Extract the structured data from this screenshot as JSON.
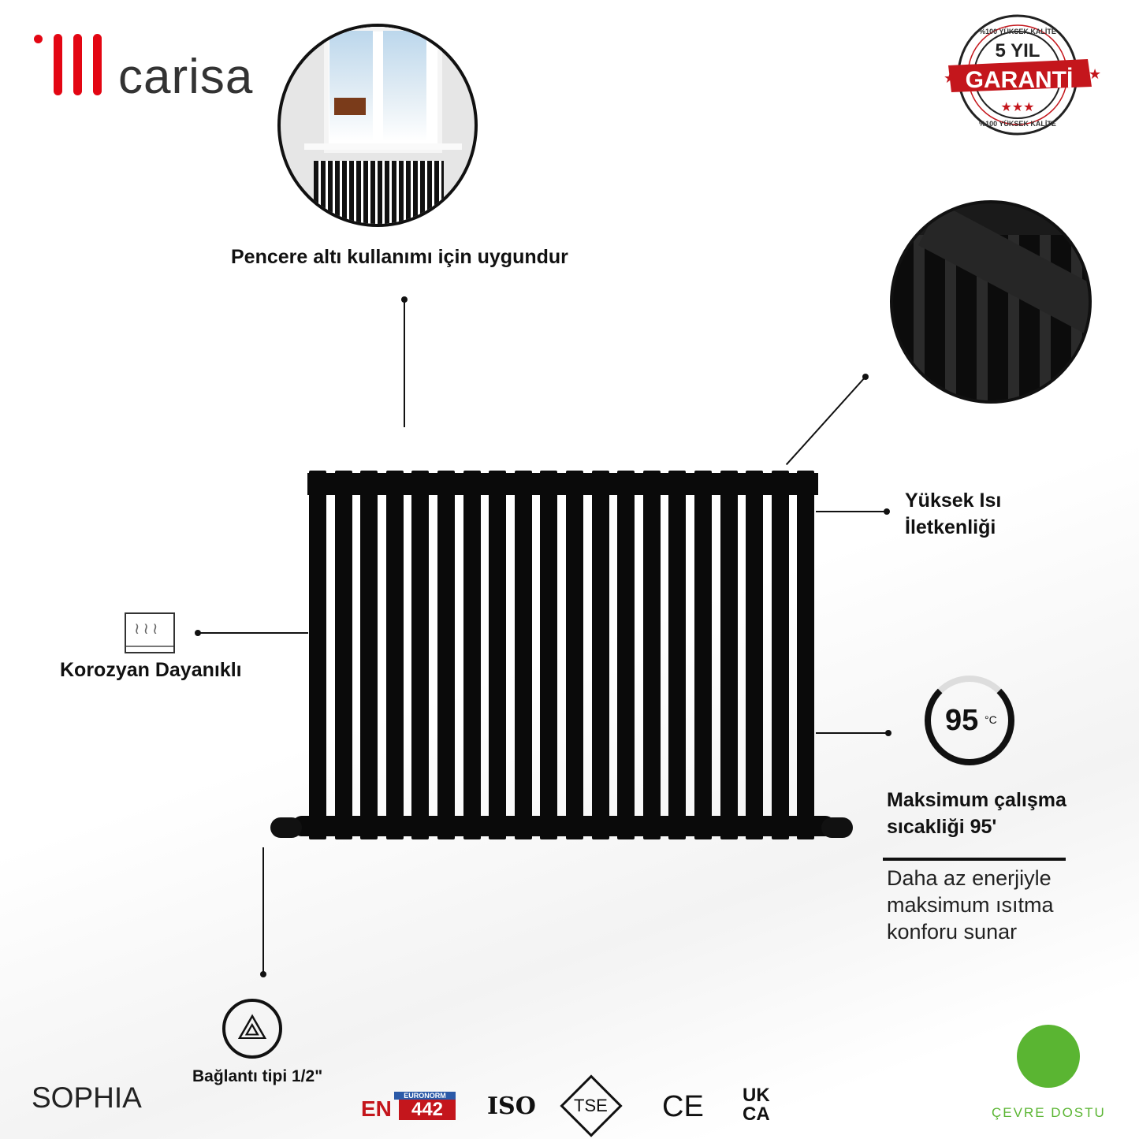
{
  "brand": {
    "name": "carisa",
    "color": "#e30613"
  },
  "badge": {
    "top_text": "%100 YÜKSEK KALİTE",
    "years": "5 YIL",
    "ribbon": "GARANTİ",
    "bottom_text": "%100 YÜKSEK KALİTE",
    "ribbon_color": "#c4161c"
  },
  "features": {
    "window": "Pencere altı kullanımı için uygundur",
    "conductivity": "Yüksek Isı\nİletkenliği",
    "corrosion": "Korozyan Dayanıklı",
    "temperature_badge": "95",
    "temperature_unit": "°C",
    "max_temp": "Maksimum çalışma sıcakliği 95'",
    "description": "Daha az enerjiyle maksimum ısıtma konforu sunar",
    "connection": "Bağlantı tipi 1/2\""
  },
  "product_name": "SOPHIA",
  "certifications": {
    "en": "EN",
    "euronorm": "EURONORM",
    "en_number": "442",
    "iso": "ISO",
    "tse": "TSE",
    "ce": "CE",
    "ukca_top": "UK",
    "ukca_bottom": "CA"
  },
  "eco": {
    "label": "ÇEVRE DOSTU",
    "color": "#5ab532"
  }
}
